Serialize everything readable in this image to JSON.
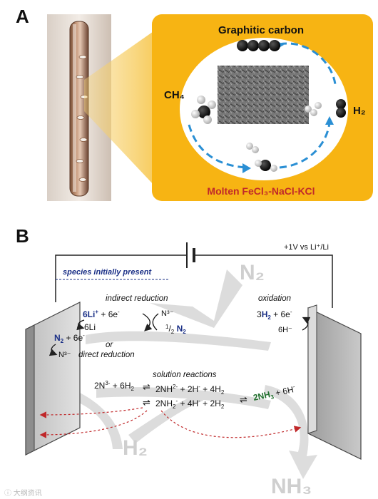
{
  "panel_a": {
    "letter": "A",
    "graphitic_carbon": "Graphitic carbon",
    "ch4": "CH₄",
    "h2": "H₂",
    "molten_salt": "Molten FeCl₃-NaCl-KCl"
  },
  "panel_b": {
    "letter": "B",
    "voltage": "+1V vs Li⁺/Li",
    "species_initially_present": "species initially present",
    "n2_big": "N₂",
    "h2_big": "H₂",
    "nh3_big": "NH₃",
    "indirect_reduction": "indirect reduction",
    "oxidation": "oxidation",
    "solution_reactions": "solution reactions",
    "or": "or",
    "direct_reduction": "direct reduction",
    "six_li": "6Li",
    "n3_minus": "N³⁻",
    "h_minus_6": "6H⁻",
    "colors": {
      "navy": "#1a2f86",
      "green": "#1f6e2c",
      "red": "#c0282a",
      "gold": "#f6b500"
    }
  },
  "watermark": "ⓘ 大纲资讯"
}
